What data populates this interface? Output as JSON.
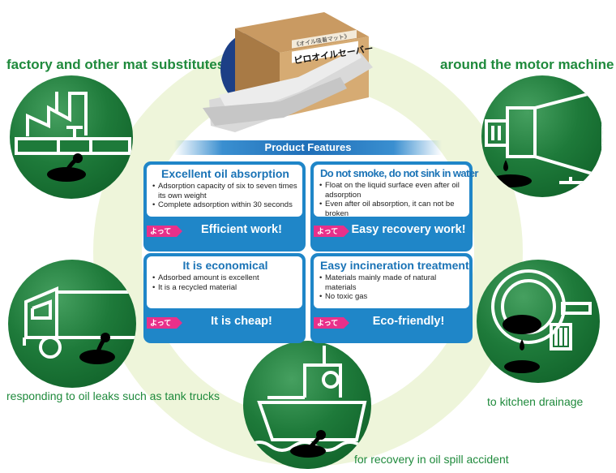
{
  "captions": {
    "top_left": "factory and other mat substitutes",
    "top_right": "around the motor machine",
    "middle_left": "responding to oil leaks such as tank trucks",
    "middle_right": "to kitchen drainage",
    "bottom": "for recovery in oil spill accident"
  },
  "product_box": {
    "label_small": "《オイル吸着マット》",
    "label_main": "ピロオイルセーバー"
  },
  "features_heading": "Product Features",
  "badge_text": "よって",
  "cards": [
    {
      "title": "Excellent oil absorption",
      "bullets": [
        "Adsorption capacity of six to seven times its own weight",
        "Complete adsorption within 30 seconds"
      ],
      "result": "Efficient work!"
    },
    {
      "title": "Do not smoke, do not sink in water",
      "bullets": [
        "Float on the liquid surface even after oil adsorption",
        "Even after oil absorption, it can not be broken"
      ],
      "result": "Easy recovery work!"
    },
    {
      "title": "It is economical",
      "bullets": [
        "Adsorbed amount is excellent",
        "It is a recycled material"
      ],
      "result": "It is cheap!"
    },
    {
      "title": "Easy incineration treatment",
      "bullets": [
        "Materials mainly made of natural materials",
        "No toxic gas"
      ],
      "result": "Eco-friendly!"
    }
  ],
  "icons": {
    "factory": "factory-pipe-leak-icon",
    "motor": "motor-machine-drip-icon",
    "truck": "tank-truck-leak-icon",
    "kitchen": "kitchen-sink-drain-icon",
    "ship": "ship-oil-spill-icon"
  },
  "colors": {
    "green": "#1f8a3c",
    "disc": "#1e7a3a",
    "card_blue": "#1f86c8",
    "title_blue": "#1a73b6",
    "badge_pink": "#e8308a",
    "ring": "#eef5da"
  }
}
